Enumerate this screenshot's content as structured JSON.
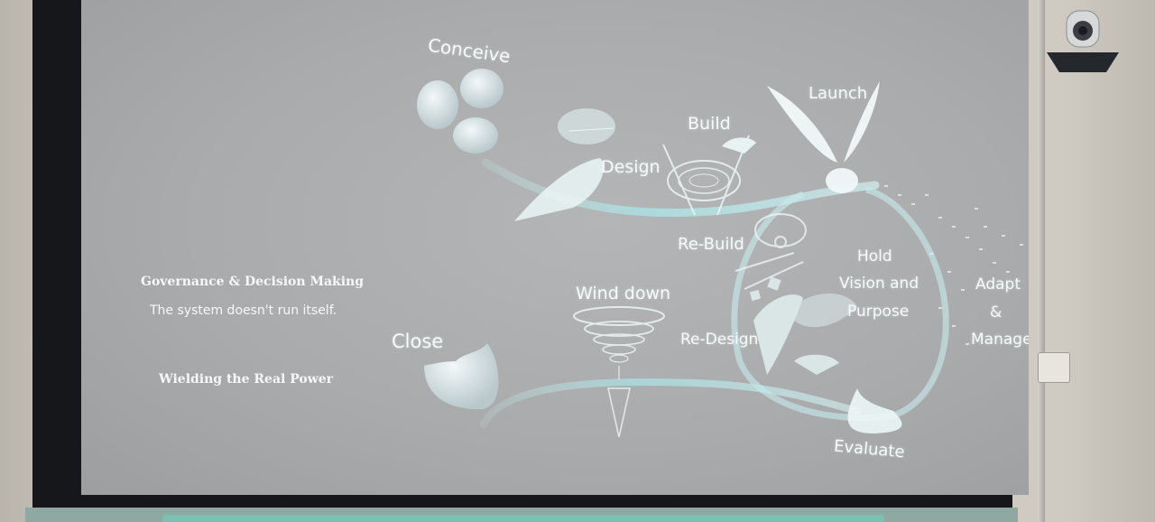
{
  "slide": {
    "labels": {
      "conceive": "Conceive",
      "design": "Design",
      "build": "Build",
      "launch": "Launch",
      "rebuild": "Re-Build",
      "hold": "Hold",
      "vision": "Vision and",
      "purpose": "Purpose",
      "adapt": "Adapt",
      "amp": "&",
      "manage": "Manage",
      "wind_down": "Wind down",
      "redesign": "Re-Design",
      "close": "Close",
      "evaluate": "Evaluate"
    },
    "side_text": {
      "governance": "Governance & Decision Making",
      "system": "The system doesn't run itself.",
      "wielding": "Wielding the Real Power"
    }
  },
  "colors": {
    "screen": "#aeb0b1",
    "path": "#9fd6d8",
    "text": "#f4fbfb",
    "frame": "#15171a"
  }
}
